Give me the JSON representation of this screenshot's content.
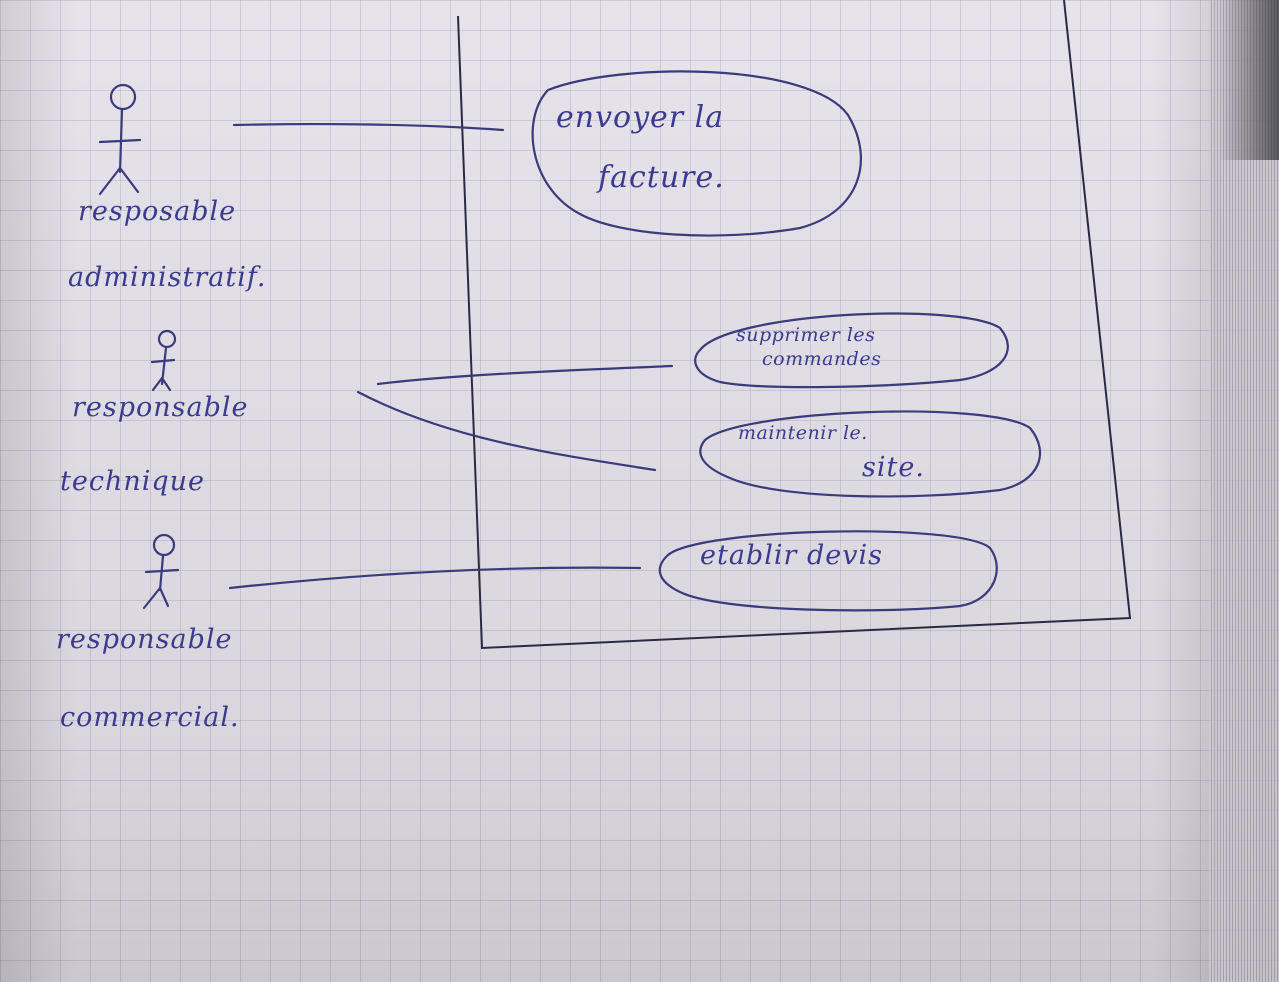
{
  "actors": [
    {
      "id": "admin",
      "name_line1": "resposable",
      "name_line2": "administratif."
    },
    {
      "id": "tech",
      "name_line1": "responsable",
      "name_line2": "technique"
    },
    {
      "id": "commercial",
      "name_line1": "responsable",
      "name_line2": "commercial."
    }
  ],
  "use_cases": [
    {
      "id": "uc1",
      "line1": "envoyer la",
      "line2": "facture."
    },
    {
      "id": "uc2",
      "line1": "supprimer les",
      "line2": "commandes"
    },
    {
      "id": "uc3",
      "line1": "maintenir le.",
      "line2": "site."
    },
    {
      "id": "uc4",
      "line1": "etablir devis",
      "line2": ""
    }
  ],
  "associations": [
    {
      "actor": "admin",
      "use_case": "uc1"
    },
    {
      "actor": "tech",
      "use_case": "uc2"
    },
    {
      "actor": "tech",
      "use_case": "uc3"
    },
    {
      "actor": "commercial",
      "use_case": "uc4"
    }
  ],
  "colors": {
    "ink": "#3a3a7c",
    "paper": "#e6e3ea",
    "grid": "#78739a"
  }
}
